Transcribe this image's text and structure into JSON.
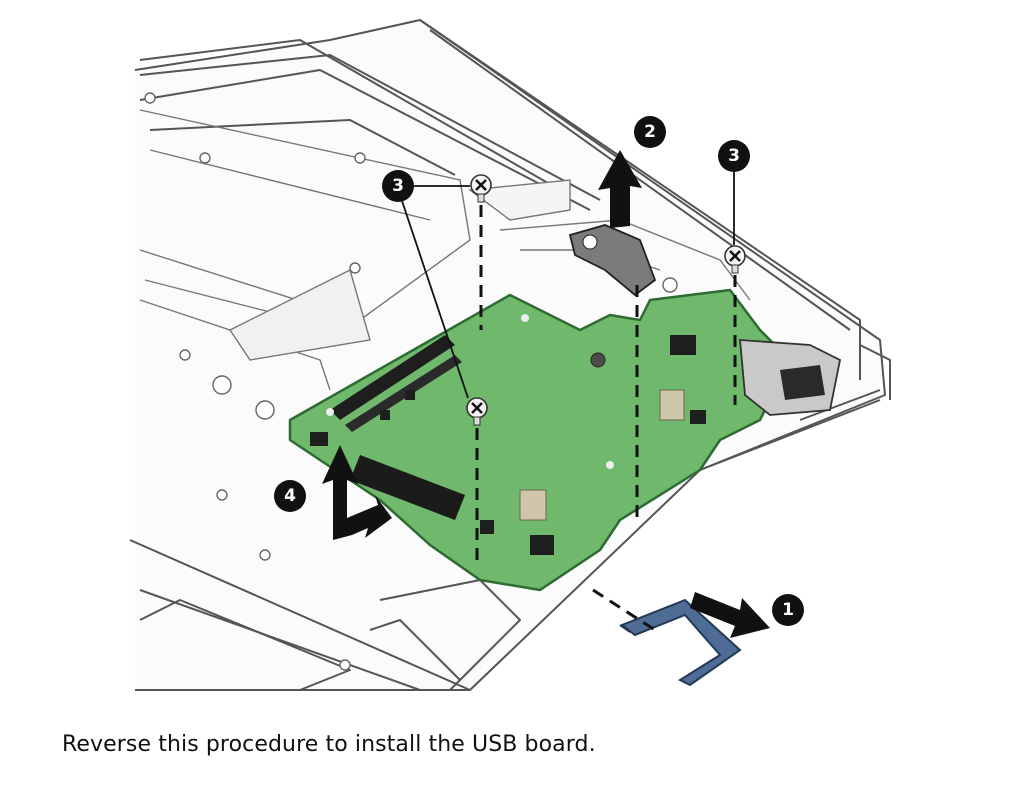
{
  "figure": {
    "callouts": [
      {
        "label": "1"
      },
      {
        "label": "2"
      },
      {
        "label": "3"
      },
      {
        "label": "3"
      },
      {
        "label": "4"
      }
    ],
    "colors": {
      "board": "#6fb86c",
      "board_edge": "#2d6b33",
      "tray": "#4e6c95",
      "callout": "#111111",
      "chassis_line": "#555555"
    }
  },
  "caption": {
    "text": "Reverse this procedure to install the USB board."
  }
}
